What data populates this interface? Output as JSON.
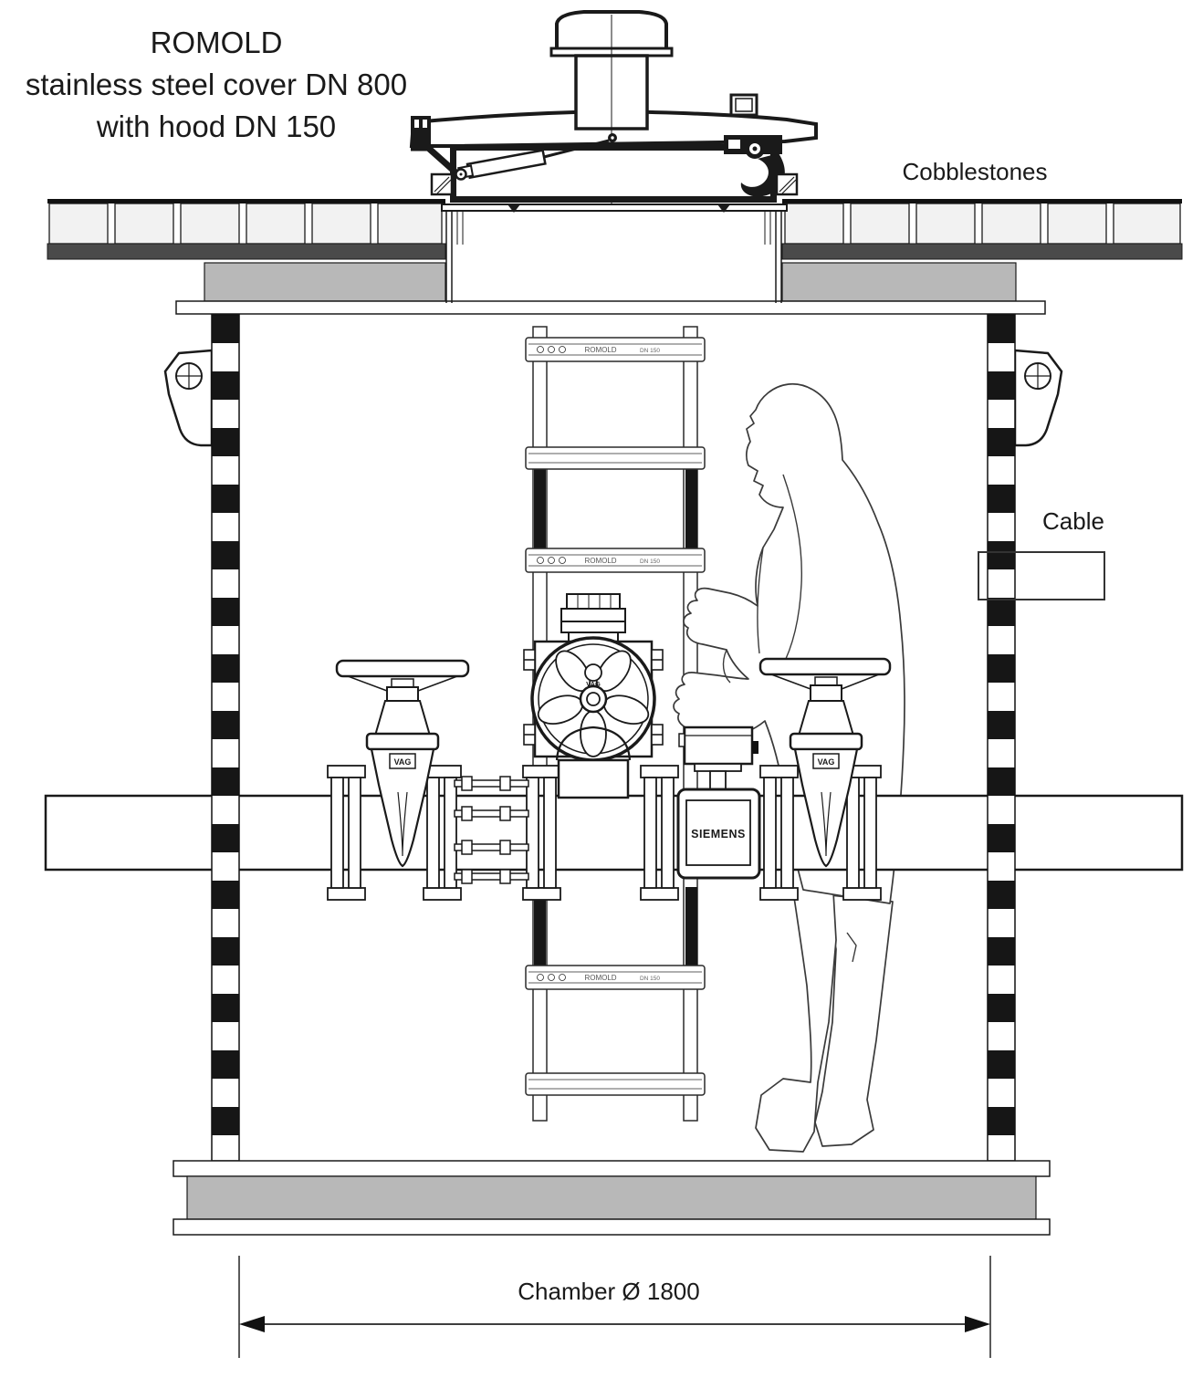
{
  "title": {
    "line1": "ROMOLD",
    "line2": "stainless steel cover DN 800",
    "line3": "with hood DN 150"
  },
  "annotations": {
    "cobblestones": "Cobblestones",
    "cable": "Cable",
    "chamber_dimension": "Chamber Ø 1800"
  },
  "equipment": {
    "flow_meter_brand": "SIEMENS",
    "valve_brand": "VAG",
    "ladder_brand": "ROMOLD",
    "ladder_size": "DN 150"
  },
  "colors": {
    "line": "#1a1a1a",
    "cobble_fill": "#f2f2f2",
    "road_base": "#4a4a4a",
    "slab": "#b8b8b8",
    "background": "#ffffff"
  }
}
